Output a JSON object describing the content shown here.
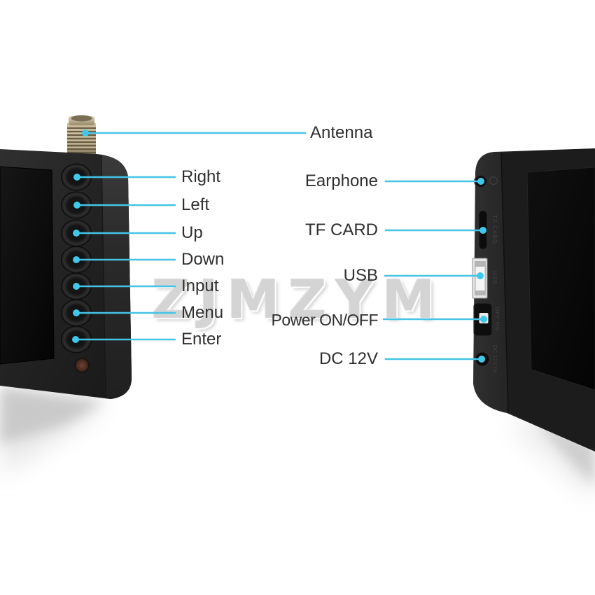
{
  "watermark": {
    "text": "ZJMZYM"
  },
  "colors": {
    "accent": "#45c4e6",
    "label_text": "#2f2f2f",
    "watermark": "#d4d4d4",
    "device_body": "#1e1e1e",
    "usb_port": "#e6e6e6",
    "antenna_metal": "#b3a582"
  },
  "front_view": {
    "callouts": {
      "antenna": "Antenna",
      "right": "Right",
      "left": "Left",
      "up": "Up",
      "down": "Down",
      "input": "Input",
      "menu": "Menu",
      "enter": "Enter"
    }
  },
  "side_view": {
    "callouts": {
      "earphone": "Earphone",
      "tf_card": "TF CARD",
      "usb": "USB",
      "power": "Power ON/OFF",
      "dc": "DC 12V"
    },
    "engravings": {
      "tf_card": "TF CARD",
      "usb": "USB",
      "power": "OFF ON",
      "dc": "DC 12V IN"
    }
  }
}
